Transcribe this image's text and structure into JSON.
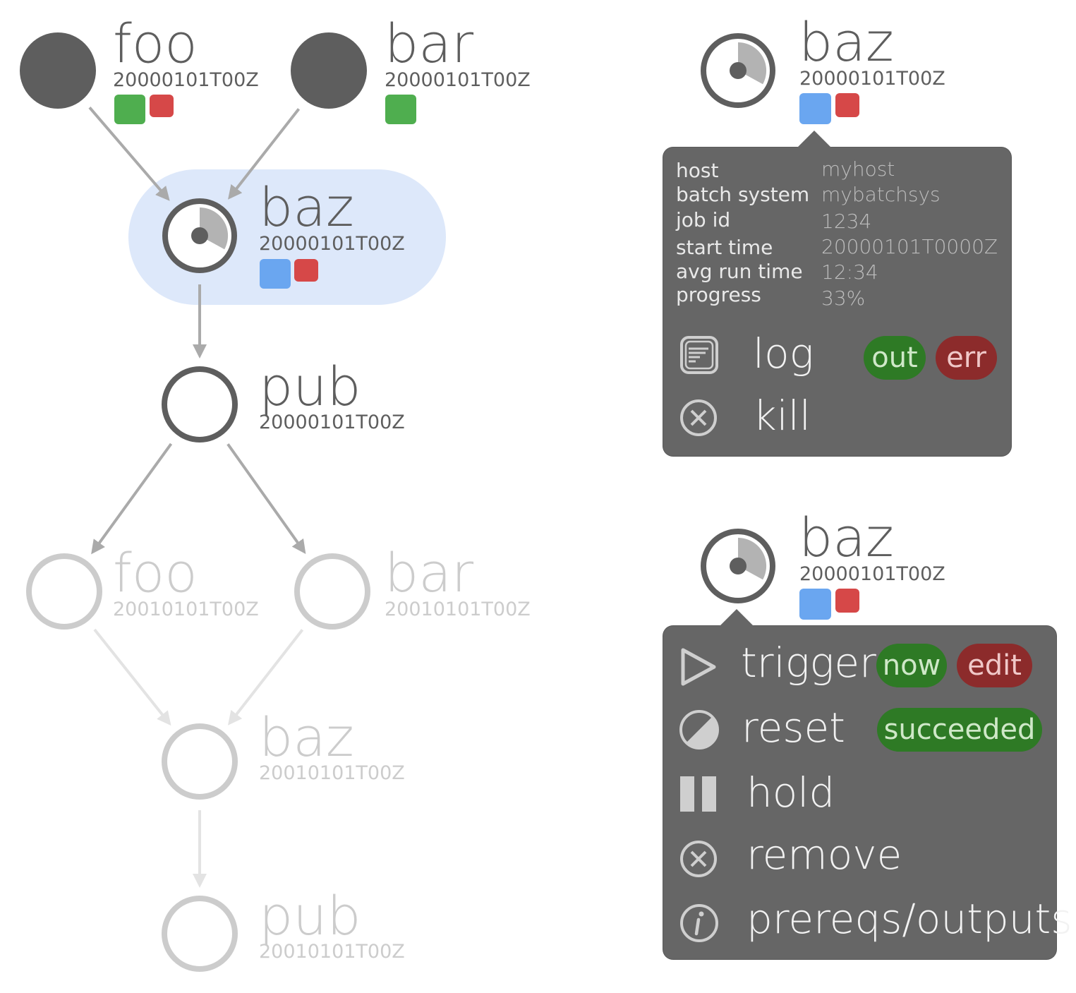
{
  "graph": {
    "nodes": [
      {
        "id": "foo1",
        "name": "foo",
        "cycle": "20000101T00Z",
        "state": "succeeded",
        "flags": [
          "green",
          "red"
        ]
      },
      {
        "id": "bar1",
        "name": "bar",
        "cycle": "20000101T00Z",
        "state": "succeeded",
        "flags": [
          "green"
        ]
      },
      {
        "id": "baz1",
        "name": "baz",
        "cycle": "20000101T00Z",
        "state": "running",
        "progress": 0.33,
        "flags": [
          "blue",
          "red"
        ],
        "selected": true
      },
      {
        "id": "pub1",
        "name": "pub",
        "cycle": "20000101T00Z",
        "state": "waiting",
        "flags": []
      },
      {
        "id": "foo2",
        "name": "foo",
        "cycle": "20010101T00Z",
        "state": "future",
        "flags": []
      },
      {
        "id": "bar2",
        "name": "bar",
        "cycle": "20010101T00Z",
        "state": "future",
        "flags": []
      },
      {
        "id": "baz2",
        "name": "baz",
        "cycle": "20010101T00Z",
        "state": "future",
        "flags": []
      },
      {
        "id": "pub2",
        "name": "pub",
        "cycle": "20010101T00Z",
        "state": "future",
        "flags": []
      }
    ],
    "edges": [
      [
        "foo1",
        "baz1"
      ],
      [
        "bar1",
        "baz1"
      ],
      [
        "baz1",
        "pub1"
      ],
      [
        "pub1",
        "foo2"
      ],
      [
        "pub1",
        "bar2"
      ],
      [
        "foo2",
        "baz2"
      ],
      [
        "bar2",
        "baz2"
      ],
      [
        "baz2",
        "pub2"
      ]
    ]
  },
  "colors": {
    "node_dark": "#5e5e5e",
    "node_future": "#cccccc",
    "edge": "#aaaaaa",
    "edge_future": "#e3e3e3",
    "flag_green": "#4fae4f",
    "flag_red": "#d64848",
    "flag_blue": "#6aa6f0",
    "selection": "#dde8fa",
    "popup_bg": "#666666",
    "pill_green": "#2e7a25",
    "pill_red": "#8c2b2b"
  },
  "popup_info": {
    "task": {
      "name": "baz",
      "cycle": "20000101T00Z",
      "progress": 0.33
    },
    "rows": [
      {
        "key": "host",
        "value": "myhost"
      },
      {
        "key": "batch system",
        "value": "mybatchsys"
      },
      {
        "key": "job id",
        "value": "1234"
      },
      {
        "key": "start time",
        "value": "20000101T0000Z"
      },
      {
        "key": "avg run time",
        "value": "12:34"
      },
      {
        "key": "progress",
        "value": "33%"
      }
    ],
    "log": {
      "label": "log",
      "icon": "log-icon",
      "out": "out",
      "err": "err"
    },
    "kill": {
      "label": "kill",
      "icon": "cancel-circle-icon"
    }
  },
  "popup_menu": {
    "task": {
      "name": "baz",
      "cycle": "20000101T00Z",
      "progress": 0.33
    },
    "trigger": {
      "label": "trigger",
      "icon": "play-icon",
      "now": "now",
      "edit": "edit"
    },
    "reset": {
      "label": "reset",
      "icon": "half-circle-icon",
      "succeeded": "succeeded"
    },
    "hold": {
      "label": "hold",
      "icon": "pause-icon"
    },
    "remove": {
      "label": "remove",
      "icon": "cancel-circle-icon"
    },
    "prereqs": {
      "label": "prereqs/outputs",
      "icon": "info-icon"
    }
  }
}
